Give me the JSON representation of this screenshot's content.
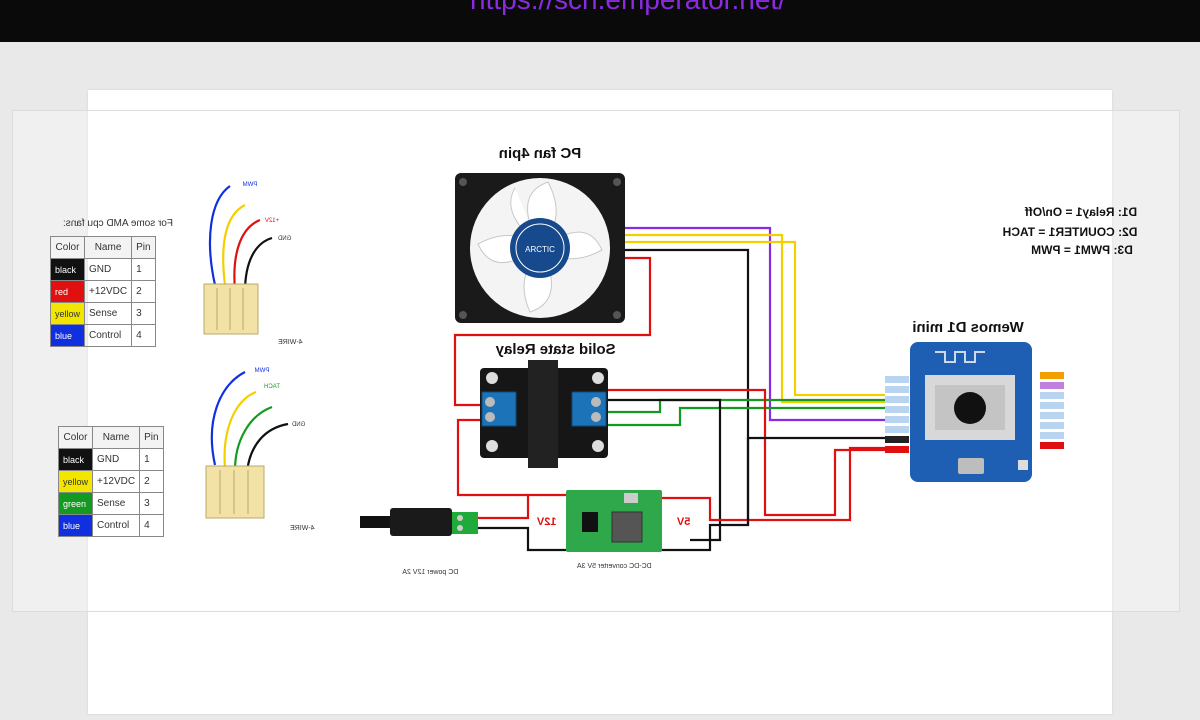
{
  "url_text": "https://sch.emperator.net/",
  "diagram": {
    "fan_title": "PC fan 4pin",
    "relay_title": "Solid state Relay",
    "mcu_title": "Wemos D1 mini",
    "mcu_notes": [
      "D1: Relay1 = On/Off",
      "D2: COUNTER1 = TACH",
      "D3: PWM1 = PWM"
    ],
    "amd_note": "For some AMD cpu fans:",
    "table_headers": [
      "Color",
      "Name",
      "Pin"
    ],
    "table_top": [
      {
        "color": "black",
        "name": "GND",
        "pin": "1",
        "hex": "#111111"
      },
      {
        "color": "red",
        "name": "+12VDC",
        "pin": "2",
        "hex": "#e01010"
      },
      {
        "color": "yellow",
        "name": "Sense",
        "pin": "3",
        "hex": "#f2e600"
      },
      {
        "color": "blue",
        "name": "Control",
        "pin": "4",
        "hex": "#1030e0"
      }
    ],
    "table_bottom": [
      {
        "color": "black",
        "name": "GND",
        "pin": "1",
        "hex": "#111111"
      },
      {
        "color": "yellow",
        "name": "+12VDC",
        "pin": "2",
        "hex": "#f2e600"
      },
      {
        "color": "green",
        "name": "Sense",
        "pin": "3",
        "hex": "#139a20"
      },
      {
        "color": "blue",
        "name": "Control",
        "pin": "4",
        "hex": "#1030e0"
      }
    ],
    "connector_top_wires": [
      "PWM",
      "+12V",
      "GND"
    ],
    "connector_top_label": "4-WIRE",
    "connector_bottom_wires": [
      "PWM",
      "TACH",
      "GND"
    ],
    "connector_bottom_label": "4-WIRE",
    "label_12v": "12V",
    "label_5v": "5V",
    "dc_power_label": "DC power 12V 2A",
    "converter_label": "DC-DC converter 5V 3A",
    "fan_brand": "ARCTIC",
    "wire_colors": {
      "red": "#e01010",
      "black": "#111111",
      "yellow": "#f2d000",
      "purple": "#8a2be2",
      "green": "#139a20",
      "blue": "#1030e0"
    }
  }
}
